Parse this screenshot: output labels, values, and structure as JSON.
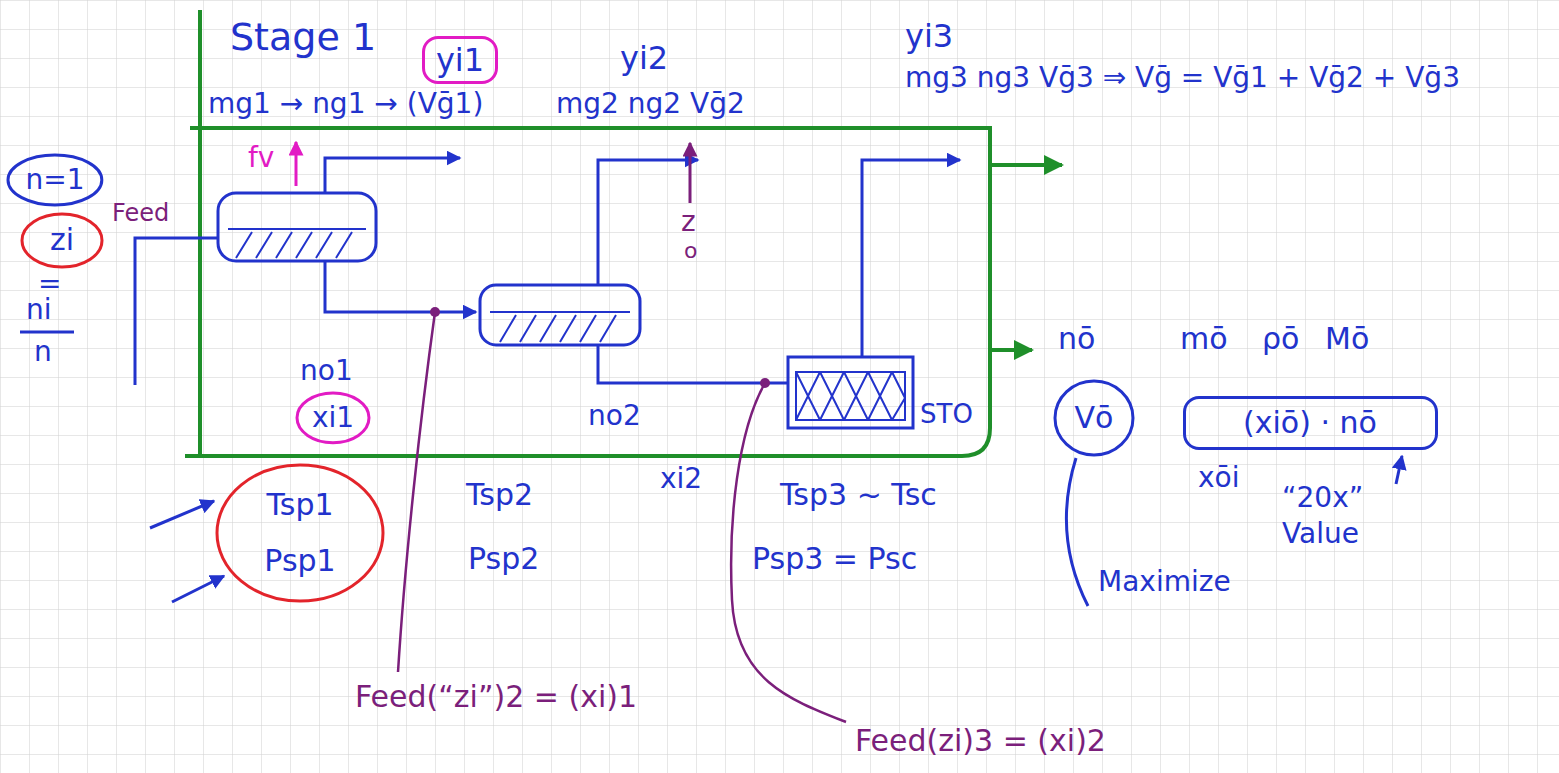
{
  "diagram": {
    "nodes": [
      {
        "text": [
          "yi1"
        ]
      },
      {
        "text": [
          "n=1"
        ]
      },
      {
        "text": [
          "zi"
        ]
      },
      {
        "text": [
          "xi1"
        ]
      },
      {
        "text": [
          "Vō"
        ]
      },
      {
        "text": [
          "(xiō) · nō"
        ]
      },
      {
        "text": [
          "Tsp1",
          "Psp1"
        ]
      }
    ],
    "labels": [
      "Stage 1",
      "yi2",
      "yi3",
      "mg1 → ng1 → (Vḡ1)",
      "mg2 ng2 Vḡ2",
      "mg3 ng3 Vḡ3 ⇒ Vḡ = Vḡ1 + Vḡ2 + Vḡ3",
      "fv",
      "Feed",
      "=",
      "ni",
      "n",
      "z",
      "o",
      "no1",
      "no2",
      "xi2",
      "STO",
      "Tsp2",
      "Psp2",
      "Tsp3 ~ Tsc",
      "Psp3 = Psc",
      "nō",
      "mō",
      "ρō",
      "Mō",
      "xōi",
      "“20x”",
      "Value",
      "Maximize",
      "Feed(“zi”)2 = (xi)1",
      "Feed(zi)3 = (xi)2"
    ]
  }
}
